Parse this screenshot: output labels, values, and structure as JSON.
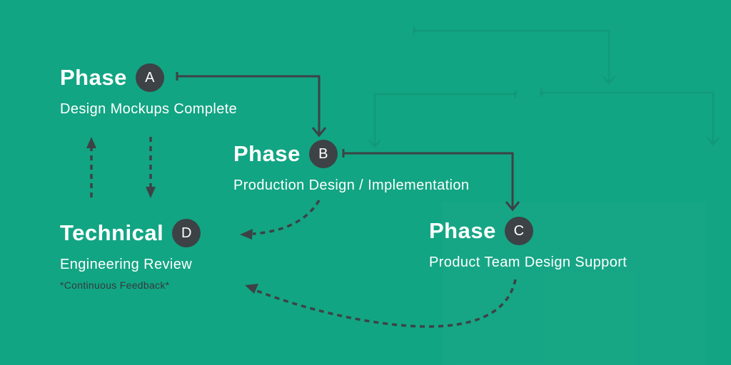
{
  "canvas": {
    "background_color": "#12a583",
    "ink_color": "#3c4245",
    "text_color": "#ffffff"
  },
  "nodes": {
    "phase_a": {
      "title": "Phase",
      "badge": "A",
      "subtitle": "Design Mockups Complete"
    },
    "phase_b": {
      "title": "Phase",
      "badge": "B",
      "subtitle": "Production Design / Implementation"
    },
    "phase_c": {
      "title": "Phase",
      "badge": "C",
      "subtitle": "Product Team Design Support"
    },
    "technical_d": {
      "title": "Technical",
      "badge": "D",
      "subtitle": "Engineering Review",
      "note": "*Continuous Feedback*"
    }
  },
  "connections": [
    {
      "from": "phase-a",
      "to": "phase-b",
      "style": "solid-elbow"
    },
    {
      "from": "phase-b",
      "to": "phase-c",
      "style": "solid-elbow"
    },
    {
      "from": "technical-d",
      "to": "phase-a",
      "style": "dashed",
      "direction": "up"
    },
    {
      "from": "phase-a",
      "to": "technical-d",
      "style": "dashed",
      "direction": "down"
    },
    {
      "from": "phase-b",
      "to": "technical-d",
      "style": "dashed-curve"
    },
    {
      "from": "phase-c",
      "to": "technical-d",
      "style": "dashed-curve"
    }
  ]
}
